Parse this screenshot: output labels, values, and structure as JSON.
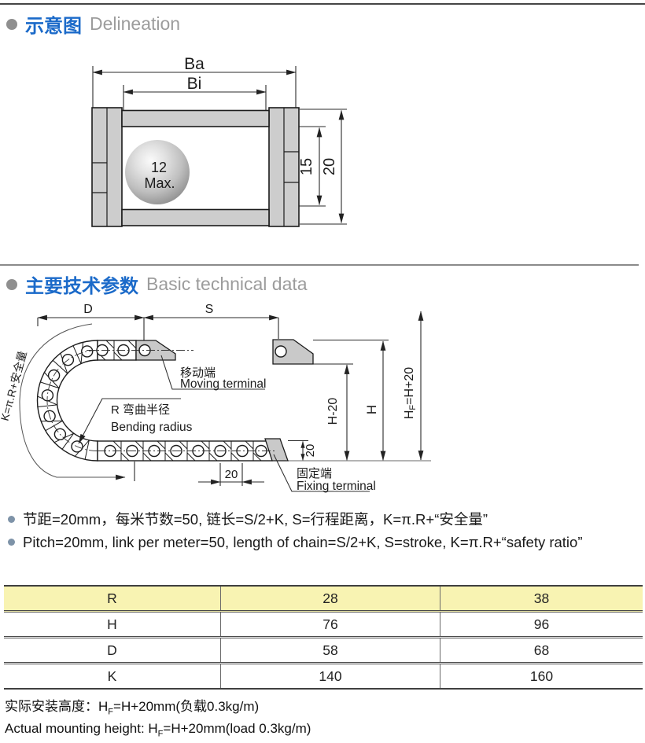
{
  "section1": {
    "title_zh": "示意图",
    "title_en": "Delineation"
  },
  "section2": {
    "title_zh": "主要技术参数",
    "title_en": "Basic technical data"
  },
  "diagram1": {
    "dim_outer_width": "Ba",
    "dim_inner_width": "Bi",
    "ball_value": "12",
    "ball_unit": "Max.",
    "dim_inner_height": "15",
    "dim_outer_height": "20"
  },
  "diagram2": {
    "dim_bend": "D",
    "dim_stroke": "S",
    "moving_terminal_zh": "移动端",
    "moving_terminal_en": "Moving terminal",
    "bending_radius_zh": "R 弯曲半径",
    "bending_radius_en": "Bending radius",
    "fixing_terminal_zh": "固定端",
    "fixing_terminal_en": "Fixing terminal",
    "dim_h_minus_20": "H-20",
    "dim_h": "H",
    "hf_main": "H",
    "hf_sub": "F",
    "hf_rest": "=H+20",
    "dim_link_height": "20",
    "dim_pitch": "20",
    "k_formula": "K=π.R+安全量"
  },
  "notes": [
    {
      "text": "节距=20mm，每米节数=50, 链长=S/2+K, S=行程距离，K=π.R+“安全量”"
    },
    {
      "text": "Pitch=20mm, link per meter=50, length of chain=S/2+K, S=stroke, K=π.R+“safety ratio”"
    }
  ],
  "table": {
    "rows": [
      {
        "label": "R",
        "col1": "28",
        "col2": "38"
      },
      {
        "label": "H",
        "col1": "76",
        "col2": "96"
      },
      {
        "label": "D",
        "col1": "58",
        "col2": "68"
      },
      {
        "label": "K",
        "col1": "140",
        "col2": "160"
      }
    ],
    "highlight_color": "#f8f3b2"
  },
  "footer": {
    "zh_prefix": "实际安装高度：H",
    "zh_sub": "F",
    "zh_suffix": "=H+20mm(负载0.3kg/m)",
    "en_prefix": "Actual mounting height: H",
    "en_sub": "F",
    "en_suffix": "=H+20mm(load 0.3kg/m)"
  },
  "colors": {
    "accent_blue": "#1b6ac9",
    "heading_gray": "#9c9c9c",
    "note_bullet": "#7e93a8",
    "table_highlight": "#f8f3b2"
  }
}
